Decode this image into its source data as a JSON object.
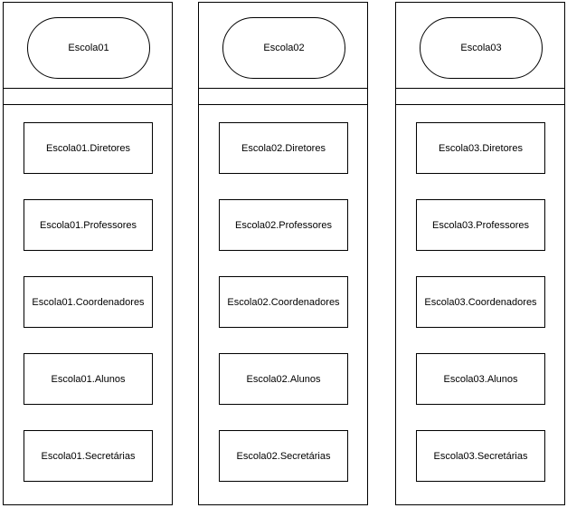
{
  "lanes": [
    {
      "title": "Escola01",
      "items": [
        "Escola01.Diretores",
        "Escola01.Professores",
        "Escola01.Coordenadores",
        "Escola01.Alunos",
        "Escola01.Secretárias"
      ]
    },
    {
      "title": "Escola02",
      "items": [
        "Escola02.Diretores",
        "Escola02.Professores",
        "Escola02.Coordenadores",
        "Escola02.Alunos",
        "Escola02.Secretárias"
      ]
    },
    {
      "title": "Escola03",
      "items": [
        "Escola03.Diretores",
        "Escola03.Professores",
        "Escola03.Coordenadores",
        "Escola03.Alunos",
        "Escola03.Secretárias"
      ]
    }
  ]
}
